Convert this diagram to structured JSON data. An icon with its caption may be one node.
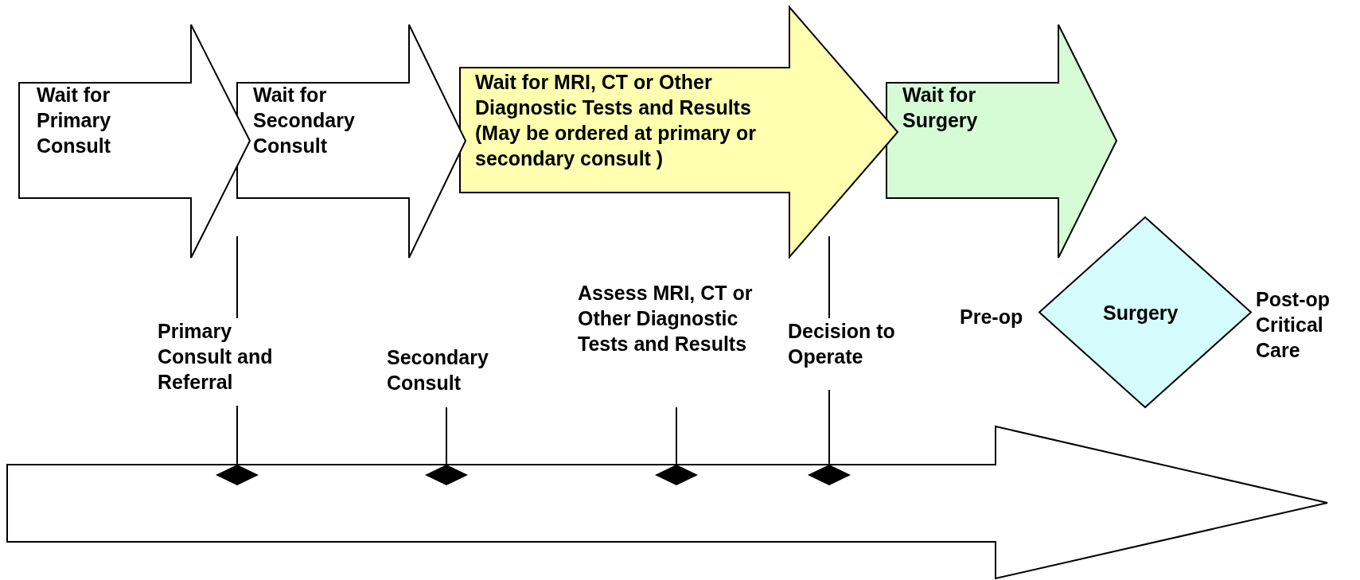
{
  "diagram": {
    "nodes": [
      {
        "text": [
          "Wait for Primary Consult"
        ]
      },
      {
        "text": [
          "Wait for Secondary Consult"
        ]
      },
      {
        "text": [
          "Wait for MRI, CT or Other Diagnostic Tests and Results (May be ordered at  primary or secondary consult )"
        ]
      },
      {
        "text": [
          "Wait for Surgery"
        ]
      },
      {
        "text": [
          "Primary Consult and Referral"
        ]
      },
      {
        "text": [
          "Secondary Consult"
        ]
      },
      {
        "text": [
          "Assess MRI, CT or Other Diagnostic Tests and Results"
        ]
      },
      {
        "text": [
          "Decision to Operate"
        ]
      },
      {
        "text": [
          "Surgery"
        ]
      },
      {
        "text": [],
        "shape": "arrow"
      }
    ],
    "edges": [
      {
        "from": 4,
        "to": null,
        "arrow": "none"
      },
      {
        "from": 4,
        "to": 9,
        "arrow": "other"
      },
      {
        "from": 5,
        "to": 9,
        "arrow": "other"
      },
      {
        "from": 6,
        "to": 9,
        "arrow": "other"
      },
      {
        "from": 7,
        "to": null,
        "arrow": "none"
      },
      {
        "from": 7,
        "to": 9,
        "arrow": "other"
      }
    ],
    "labels": [
      "Pre-op",
      "Post-op Critical Care"
    ]
  }
}
